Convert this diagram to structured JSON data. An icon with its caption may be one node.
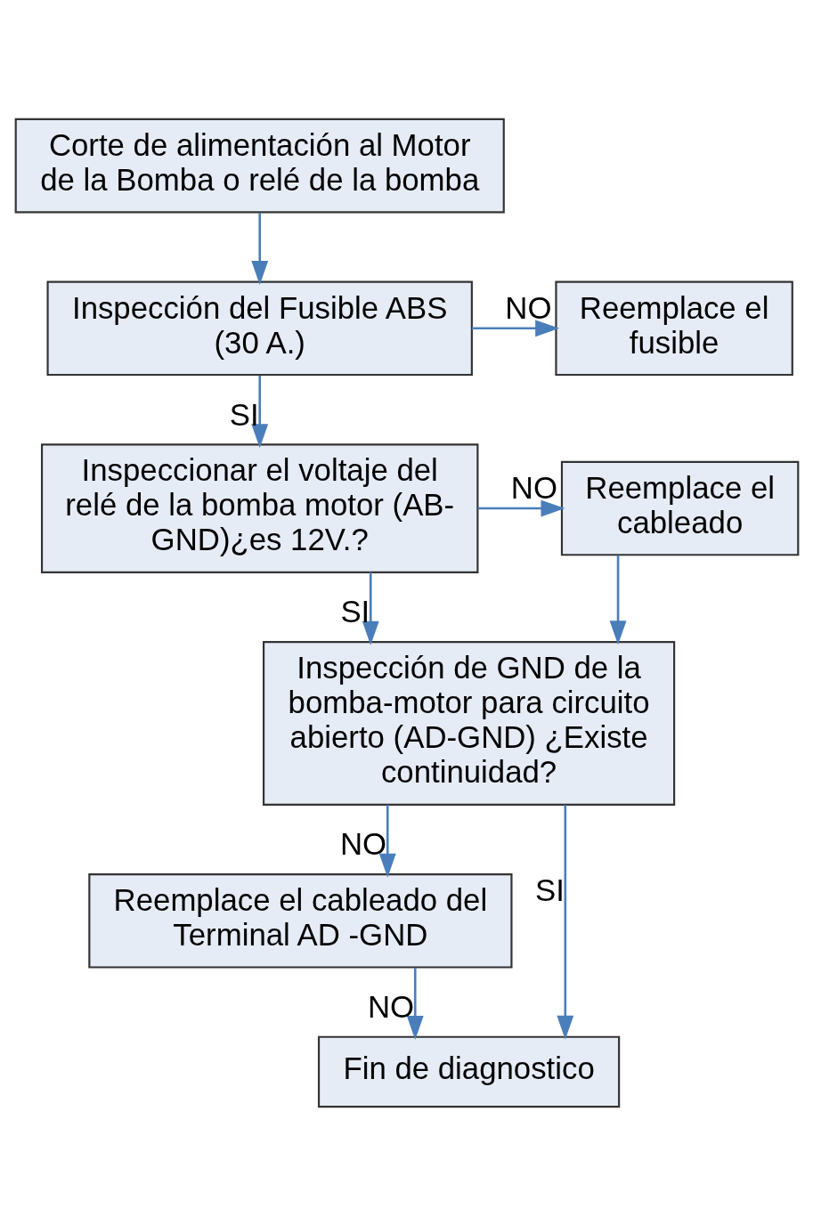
{
  "diagram": {
    "nodes": [
      {
        "text": [
          "Corte de alimentación al Motor de la Bomba o relé de la bomba"
        ]
      },
      {
        "text": [
          "Inspección del Fusible ABS (30 A.)"
        ]
      },
      {
        "text": [
          "Reemplace el fusible"
        ]
      },
      {
        "text": [
          "Inspeccionar el voltaje del relé de la bomba motor (AB-GND)¿es 12V.?"
        ]
      },
      {
        "text": [
          "Reemplace el cableado"
        ]
      },
      {
        "text": [
          "Inspección de GND de la bomba-motor para circuito abierto (AD-GND) ¿Existe continuidad?"
        ]
      },
      {
        "text": [
          "Reemplace el cableado del Terminal AD -GND"
        ]
      },
      {
        "text": [
          "Fin de diagnostico"
        ]
      }
    ],
    "edges": [
      {
        "from": 0,
        "to": 1,
        "arrow": "to"
      },
      {
        "from": 1,
        "to": 2,
        "arrow": "to",
        "label": "NO"
      },
      {
        "from": 1,
        "to": 3,
        "arrow": "to",
        "label": "SI"
      },
      {
        "from": 3,
        "to": 5,
        "arrow": "to",
        "label": "SI"
      },
      {
        "from": 3,
        "to": 4,
        "arrow": "to",
        "label": "NO"
      },
      {
        "from": 4,
        "to": 5,
        "arrow": "to"
      },
      {
        "from": 5,
        "to": 6,
        "arrow": "to",
        "label": "NO"
      },
      {
        "from": 5,
        "to": 7,
        "arrow": "to",
        "label": "SI"
      },
      {
        "from": 6,
        "to": 7,
        "arrow": "to",
        "label": "NO"
      }
    ]
  }
}
